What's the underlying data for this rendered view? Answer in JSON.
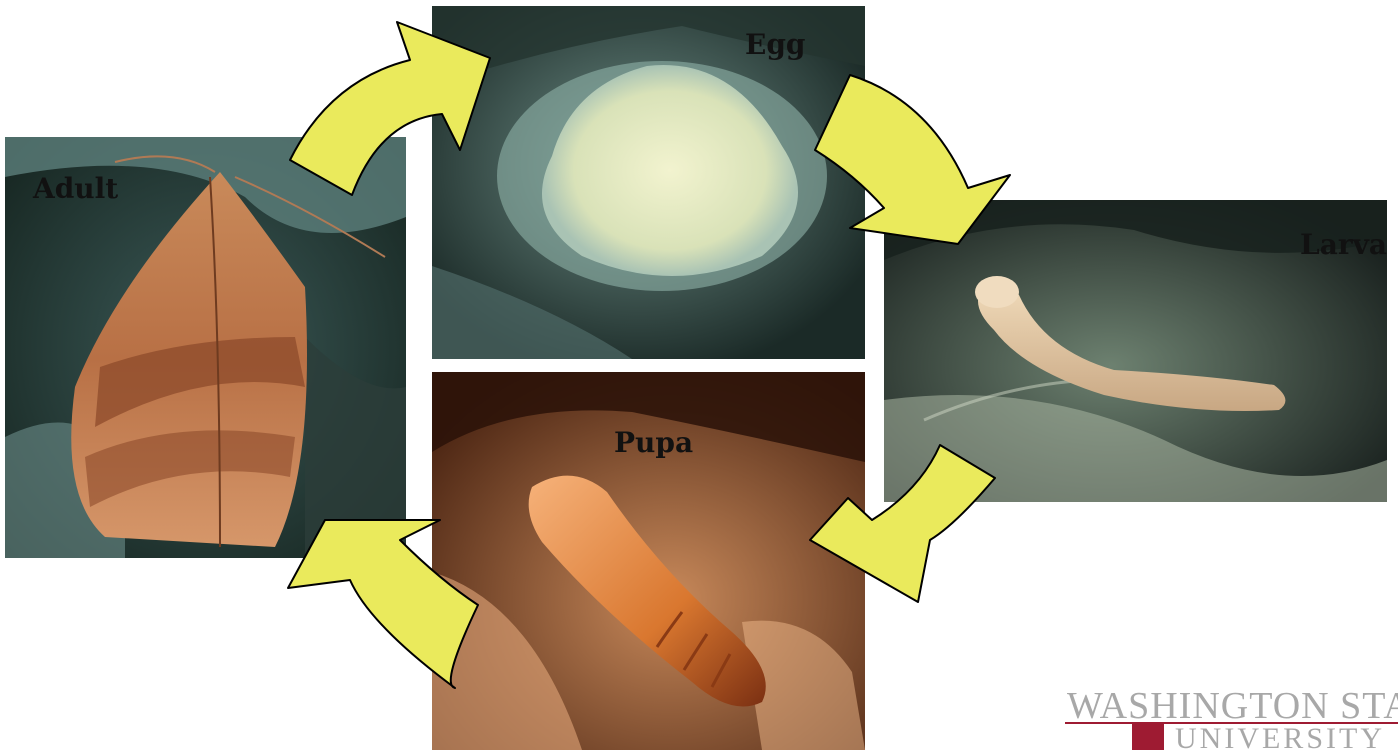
{
  "diagram": {
    "stages": [
      {
        "id": "adult",
        "label": "Adult"
      },
      {
        "id": "egg",
        "label": "Egg"
      },
      {
        "id": "larva",
        "label": "Larva"
      },
      {
        "id": "pupa",
        "label": "Pupa"
      }
    ],
    "arrow_color": "#eaea5c"
  },
  "logo": {
    "line1": "WASHINGTON STATE",
    "line2": "UNIVERSITY",
    "brand_color": "#9e1b32"
  }
}
